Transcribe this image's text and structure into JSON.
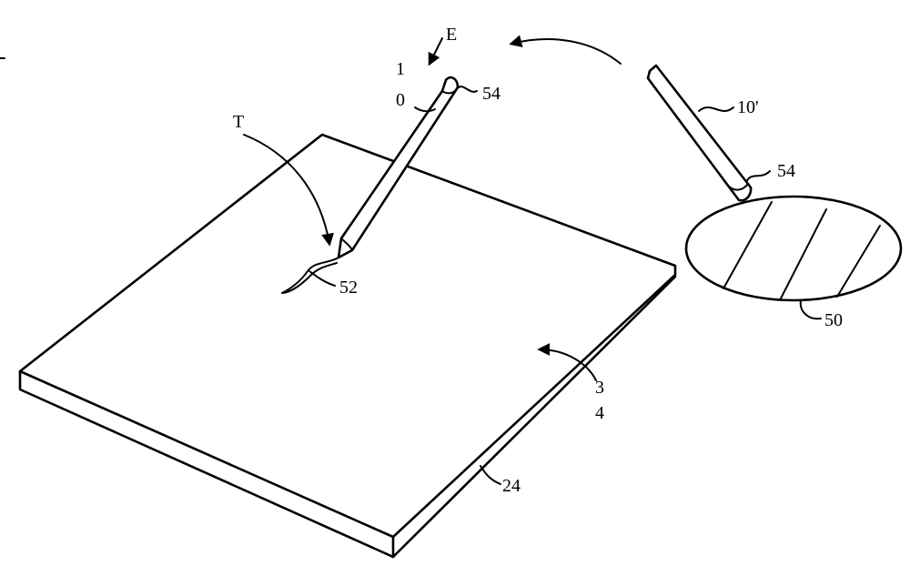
{
  "labels": {
    "ref_1": "1",
    "ref_0": "0",
    "ref_E": "E",
    "ref_T": "T",
    "ref_54a": "54",
    "ref_10prime": "10'",
    "ref_54b": "54",
    "ref_52": "52",
    "ref_50": "50",
    "ref_3": "3",
    "ref_4": "4",
    "ref_24": "24"
  }
}
